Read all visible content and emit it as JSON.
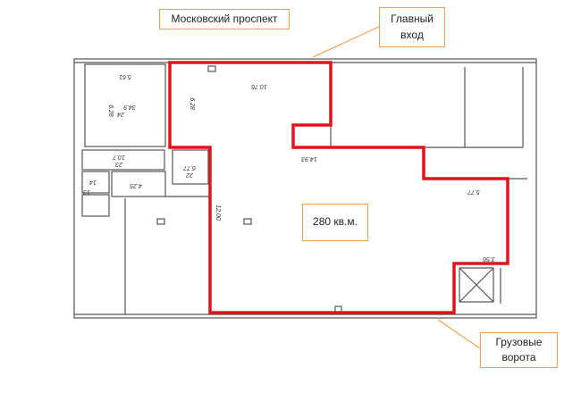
{
  "labels": {
    "street": "Московский проспект",
    "main_entrance": "Главный вход",
    "cargo_gate": "Грузовые ворота",
    "area": "280 кв.м."
  },
  "dimensions": {
    "d1": "5.61",
    "d2": "24",
    "d3": "34.9",
    "d4": "6.28",
    "d5": "10.76",
    "d6": "6.28",
    "d7": "23",
    "d8": "10.7",
    "d9": "22",
    "d10": "6.77",
    "d11": "4.25",
    "d12": "14",
    "d13": "13",
    "d14": "12.00",
    "d15": "14.93",
    "d16": "5.77",
    "d17": "3.56"
  },
  "colors": {
    "outline": "#e0141b",
    "callout": "#f0a055",
    "wall": "#555555"
  }
}
